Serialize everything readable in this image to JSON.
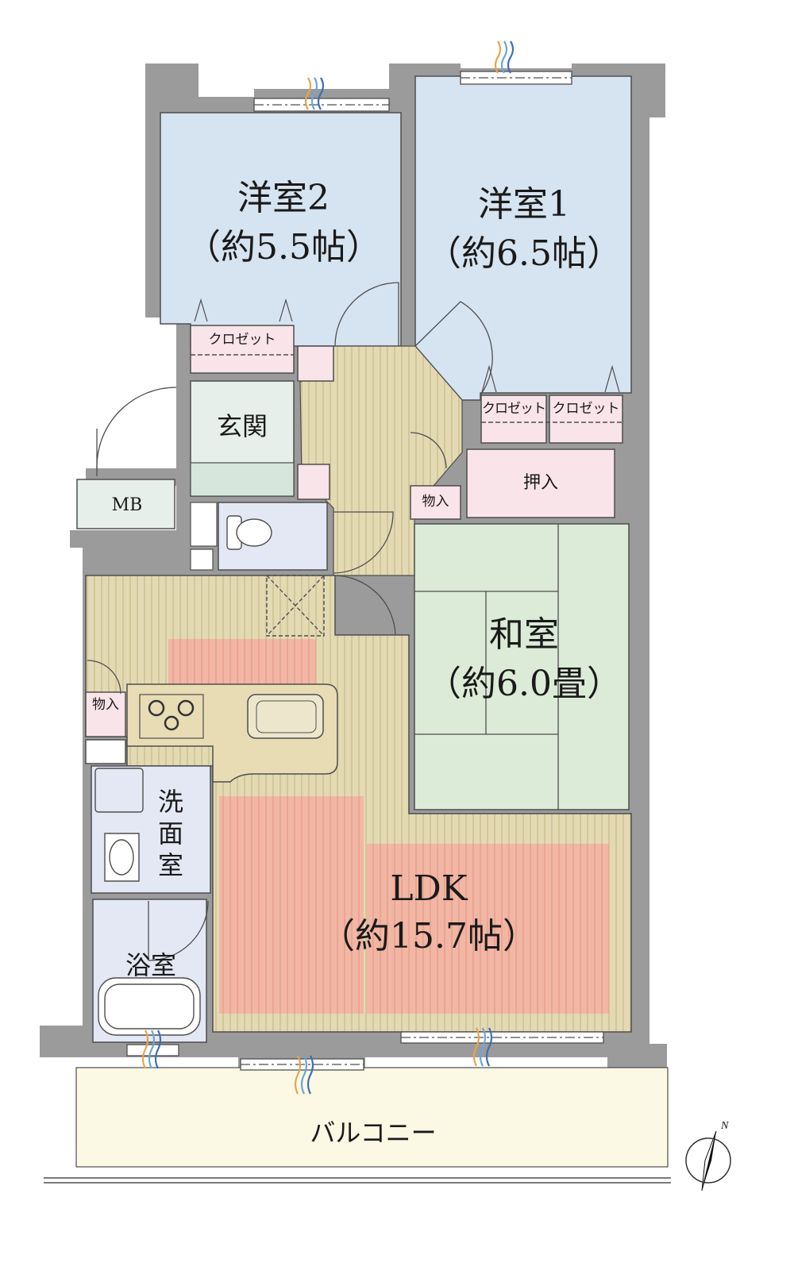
{
  "rooms": {
    "western2": {
      "name": "洋室2",
      "size": "（約5.5帖）"
    },
    "western1": {
      "name": "洋室1",
      "size": "（約6.5帖）"
    },
    "washitsu": {
      "name": "和室",
      "size": "（約6.0畳）"
    },
    "ldk": {
      "name": "LDK",
      "size": "（約15.7帖）"
    },
    "entrance": "玄関",
    "washroom": "洗面室",
    "bathroom": "浴室",
    "balcony": "バルコニー",
    "mb": "MB",
    "closet": "クロゼット",
    "oshiire": "押入",
    "storage": "物入",
    "storage_kitchen": "物入"
  },
  "compass": {
    "label": "N"
  },
  "colors": {
    "wall": "#9c9c9c",
    "western": "#d6e3f1",
    "tatami": "#dcebd7",
    "flooring": "#e2d9b2",
    "rug": "#f2b4a2",
    "closet": "#f9e4ea",
    "wet": "#e4e8f4",
    "balcony": "#fbf8e4",
    "entrance": "#e6efe9"
  }
}
